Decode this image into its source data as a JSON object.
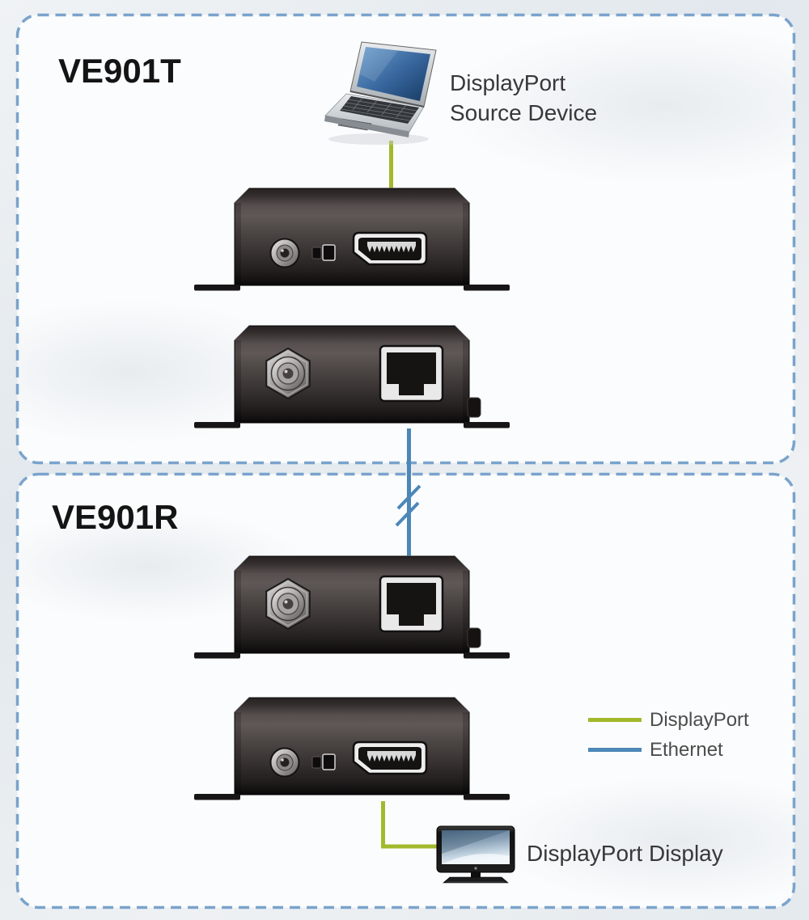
{
  "boxes": {
    "transmitter": {
      "label": "VE901T"
    },
    "receiver": {
      "label": "VE901R"
    }
  },
  "labels": {
    "source_line1": "DisplayPort",
    "source_line2": "Source Device",
    "display": "DisplayPort Display"
  },
  "legend": {
    "items": [
      {
        "label": "DisplayPort",
        "color": "#a3b92c"
      },
      {
        "label": "Ethernet",
        "color": "#4c87b7"
      }
    ]
  },
  "colors": {
    "displayport_line": "#a3b92c",
    "ethernet_line": "#4c87b7",
    "dashed_border": "#7aa3cc"
  }
}
